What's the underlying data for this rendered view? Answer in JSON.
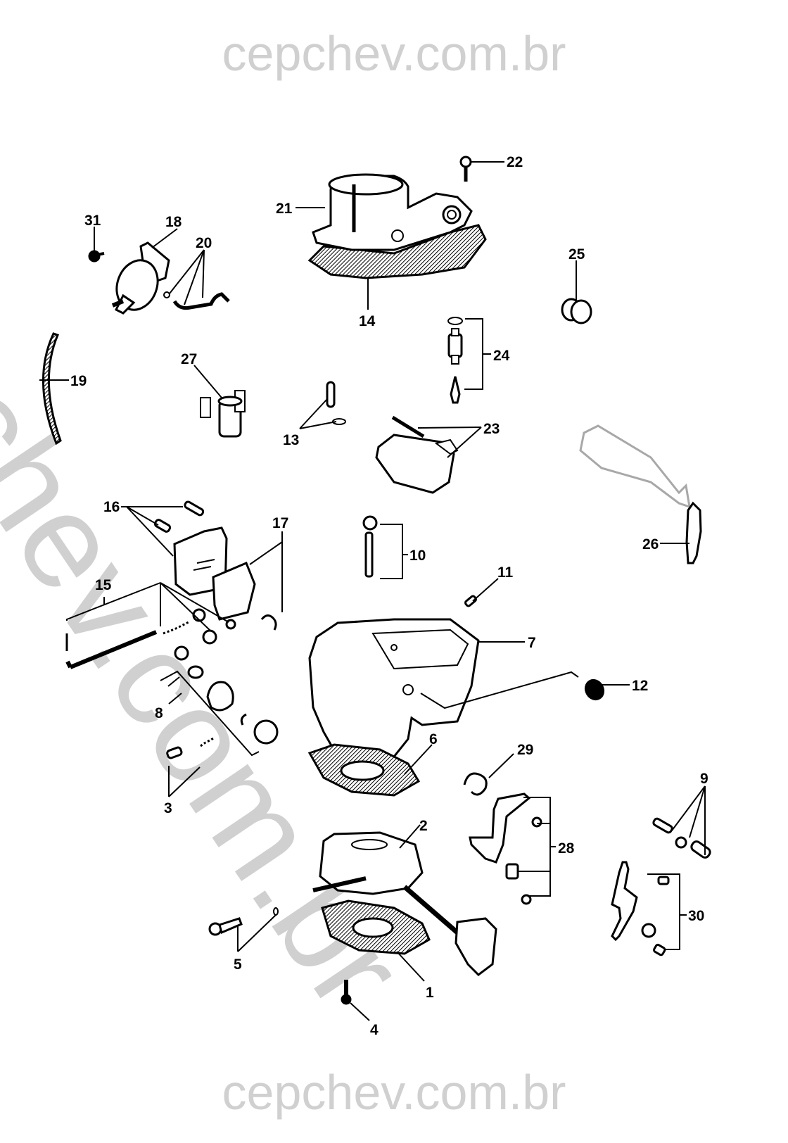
{
  "watermark": {
    "top": "cepchev.com.br",
    "bottom": "cepchev.com.br",
    "diagonal": "cepchev.com.br"
  },
  "diagram": {
    "title": "Carburetor exploded view",
    "colors": {
      "ink": "#000000",
      "watermark": "#d0d0d0",
      "ghost_part": "#a8a8a8"
    },
    "callouts": [
      {
        "id": "1",
        "label": "1"
      },
      {
        "id": "2",
        "label": "2"
      },
      {
        "id": "3",
        "label": "3"
      },
      {
        "id": "4",
        "label": "4"
      },
      {
        "id": "5",
        "label": "5"
      },
      {
        "id": "6",
        "label": "6"
      },
      {
        "id": "7",
        "label": "7"
      },
      {
        "id": "8",
        "label": "8"
      },
      {
        "id": "9",
        "label": "9"
      },
      {
        "id": "10",
        "label": "10"
      },
      {
        "id": "11",
        "label": "11"
      },
      {
        "id": "12",
        "label": "12"
      },
      {
        "id": "13",
        "label": "13"
      },
      {
        "id": "14",
        "label": "14"
      },
      {
        "id": "15",
        "label": "15"
      },
      {
        "id": "16",
        "label": "16"
      },
      {
        "id": "17",
        "label": "17"
      },
      {
        "id": "18",
        "label": "18"
      },
      {
        "id": "19",
        "label": "19"
      },
      {
        "id": "20",
        "label": "20"
      },
      {
        "id": "21",
        "label": "21"
      },
      {
        "id": "22",
        "label": "22"
      },
      {
        "id": "23",
        "label": "23"
      },
      {
        "id": "24",
        "label": "24"
      },
      {
        "id": "25",
        "label": "25"
      },
      {
        "id": "26",
        "label": "26"
      },
      {
        "id": "27",
        "label": "27"
      },
      {
        "id": "28",
        "label": "28"
      },
      {
        "id": "29",
        "label": "29"
      },
      {
        "id": "30",
        "label": "30"
      },
      {
        "id": "31",
        "label": "31"
      }
    ]
  }
}
